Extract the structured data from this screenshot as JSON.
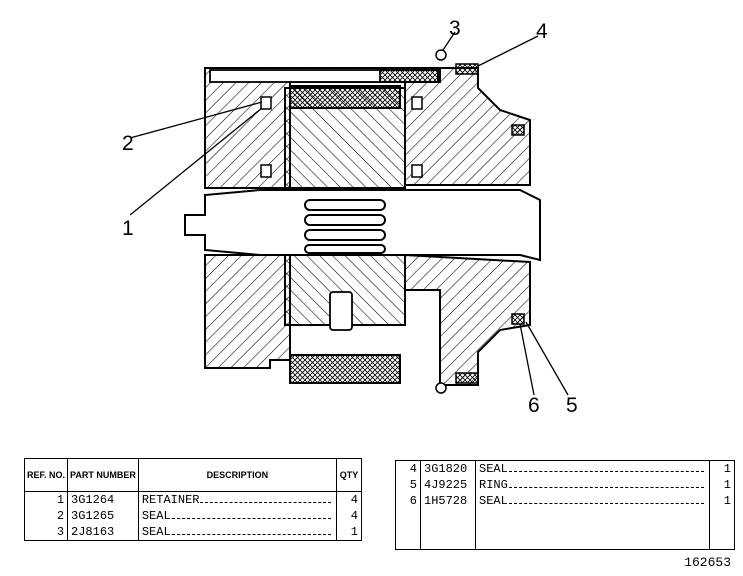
{
  "callouts": {
    "c1": "1",
    "c2": "2",
    "c3": "3",
    "c4": "4",
    "c5": "5",
    "c6": "6"
  },
  "table": {
    "headers": {
      "ref": "REF. NO.",
      "part": "PART NUMBER",
      "desc": "DESCRIPTION",
      "qty": "QTY"
    },
    "left_rows": [
      {
        "ref": "1",
        "part": "3G1264",
        "desc": "RETAINER",
        "qty": "4"
      },
      {
        "ref": "2",
        "part": "3G1265",
        "desc": "SEAL",
        "qty": "4"
      },
      {
        "ref": "3",
        "part": "2J8163",
        "desc": "SEAL",
        "qty": "1"
      }
    ],
    "right_rows": [
      {
        "ref": "4",
        "part": "3G1820",
        "desc": "SEAL",
        "qty": "1"
      },
      {
        "ref": "5",
        "part": "4J9225",
        "desc": "RING",
        "qty": "1"
      },
      {
        "ref": "6",
        "part": "1H5728",
        "desc": "SEAL",
        "qty": "1"
      }
    ]
  },
  "drawing_number": "162653"
}
